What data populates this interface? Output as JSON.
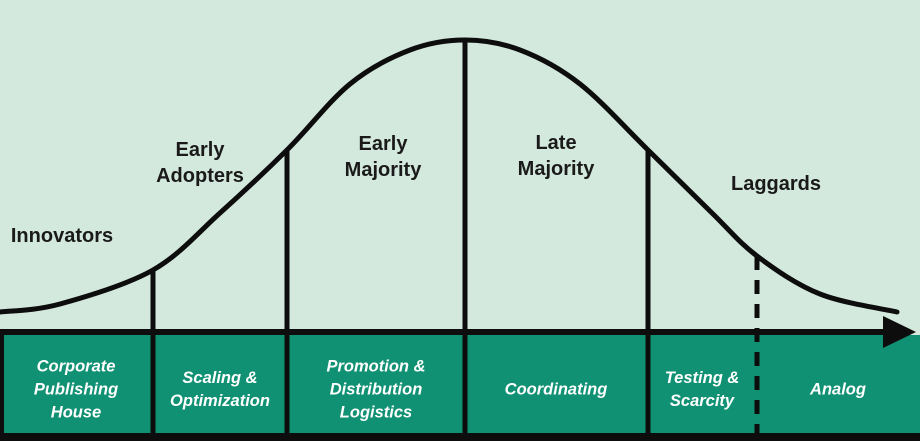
{
  "colors": {
    "background": "#d4e9de",
    "band-green": "#119173",
    "line-black": "#0d0d0d",
    "band-text": "#ffffff",
    "label-text": "#1a1a1a"
  },
  "curve_labels": [
    {
      "id": "innovators",
      "text": "Innovators"
    },
    {
      "id": "early-adopters",
      "text": "Early\nAdopters"
    },
    {
      "id": "early-majority",
      "text": "Early\nMajority"
    },
    {
      "id": "late-majority",
      "text": "Late\nMajority"
    },
    {
      "id": "laggards",
      "text": "Laggards"
    }
  ],
  "band_cells": [
    {
      "id": "corporate-publishing-house",
      "text": "Corporate\nPublishing\nHouse"
    },
    {
      "id": "scaling-optimization",
      "text": "Scaling &\nOptimization"
    },
    {
      "id": "promotion-distribution-logistics",
      "text": "Promotion &\nDistribution\nLogistics"
    },
    {
      "id": "coordinating",
      "text": "Coordinating"
    },
    {
      "id": "testing-scarcity",
      "text": "Testing &\nScarcity"
    },
    {
      "id": "analog",
      "text": "Analog"
    }
  ]
}
